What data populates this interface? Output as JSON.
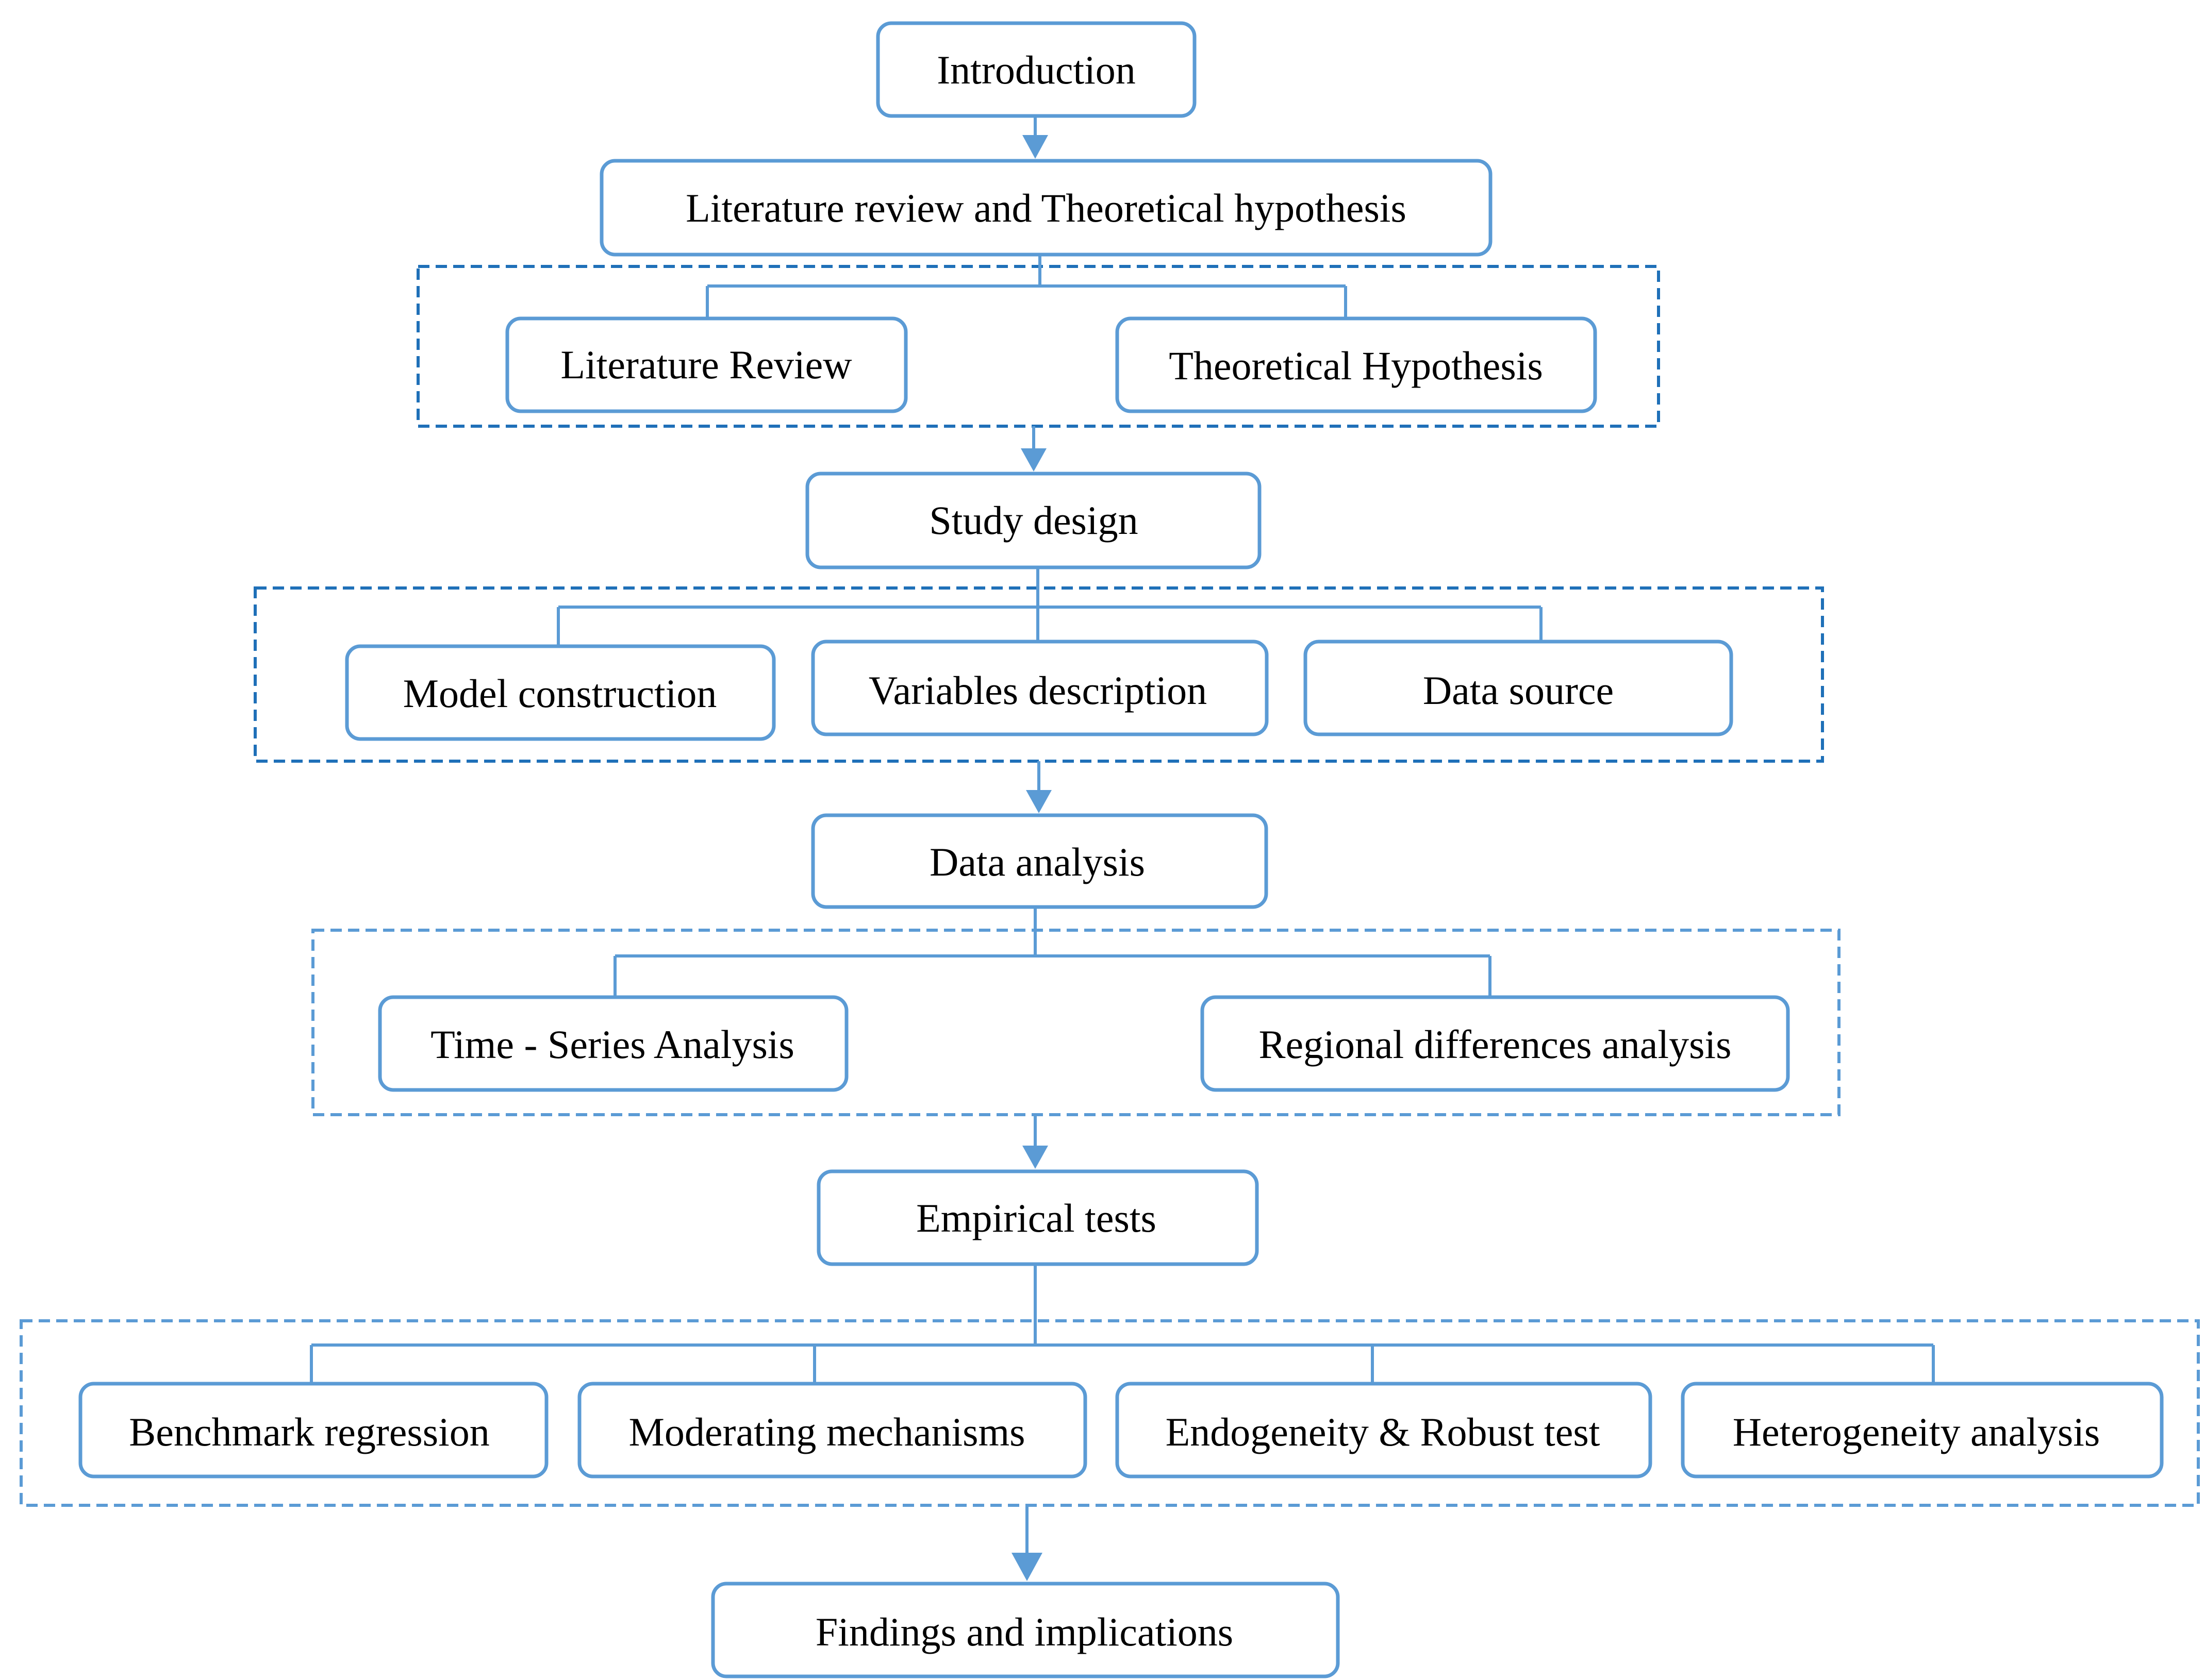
{
  "colors": {
    "box_border": "#5b9bd5",
    "arrow": "#5b9bd5",
    "group_border_dark": "#1f70b8",
    "group_border_light": "#5b9bd5",
    "text": "#000000",
    "background": "#ffffff"
  },
  "nodes": {
    "introduction": "Introduction",
    "literature_hypothesis": "Literature review and Theoretical hypothesis",
    "literature_review": "Literature Review",
    "theoretical_hypothesis": "Theoretical Hypothesis",
    "study_design": "Study design",
    "model_construction": "Model construction",
    "variables_description": "Variables description",
    "data_source": "Data source",
    "data_analysis": "Data analysis",
    "time_series": "Time - Series Analysis",
    "regional_differences": "Regional differences analysis",
    "empirical_tests": "Empirical tests",
    "benchmark_regression": "Benchmark regression",
    "moderating_mechanisms": "Moderating mechanisms",
    "endogeneity_robust": "Endogeneity & Robust test",
    "heterogeneity_analysis": "Heterogeneity analysis",
    "findings_implications": "Findings and implications"
  }
}
